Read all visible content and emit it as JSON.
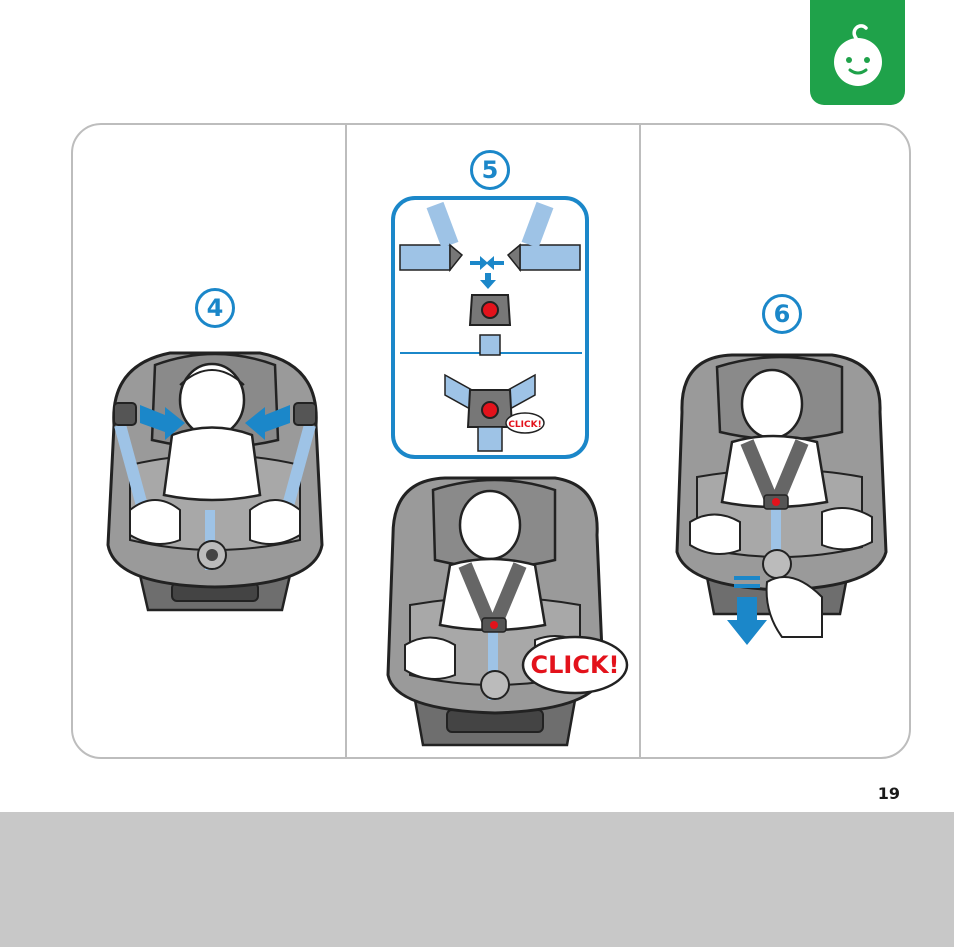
{
  "page": {
    "number": "19"
  },
  "section_tab": {
    "icon": "baby-face-icon",
    "color": "#1fa24a"
  },
  "steps": [
    {
      "number": "4"
    },
    {
      "number": "5",
      "click_small": "CLICK!",
      "click_large": "CLICK!"
    },
    {
      "number": "6"
    }
  ],
  "colors": {
    "accent_blue": "#1b87c9",
    "strap_blue": "#9ec3e6",
    "click_red": "#e3121b",
    "seat_grey": "#9a9a9a"
  }
}
